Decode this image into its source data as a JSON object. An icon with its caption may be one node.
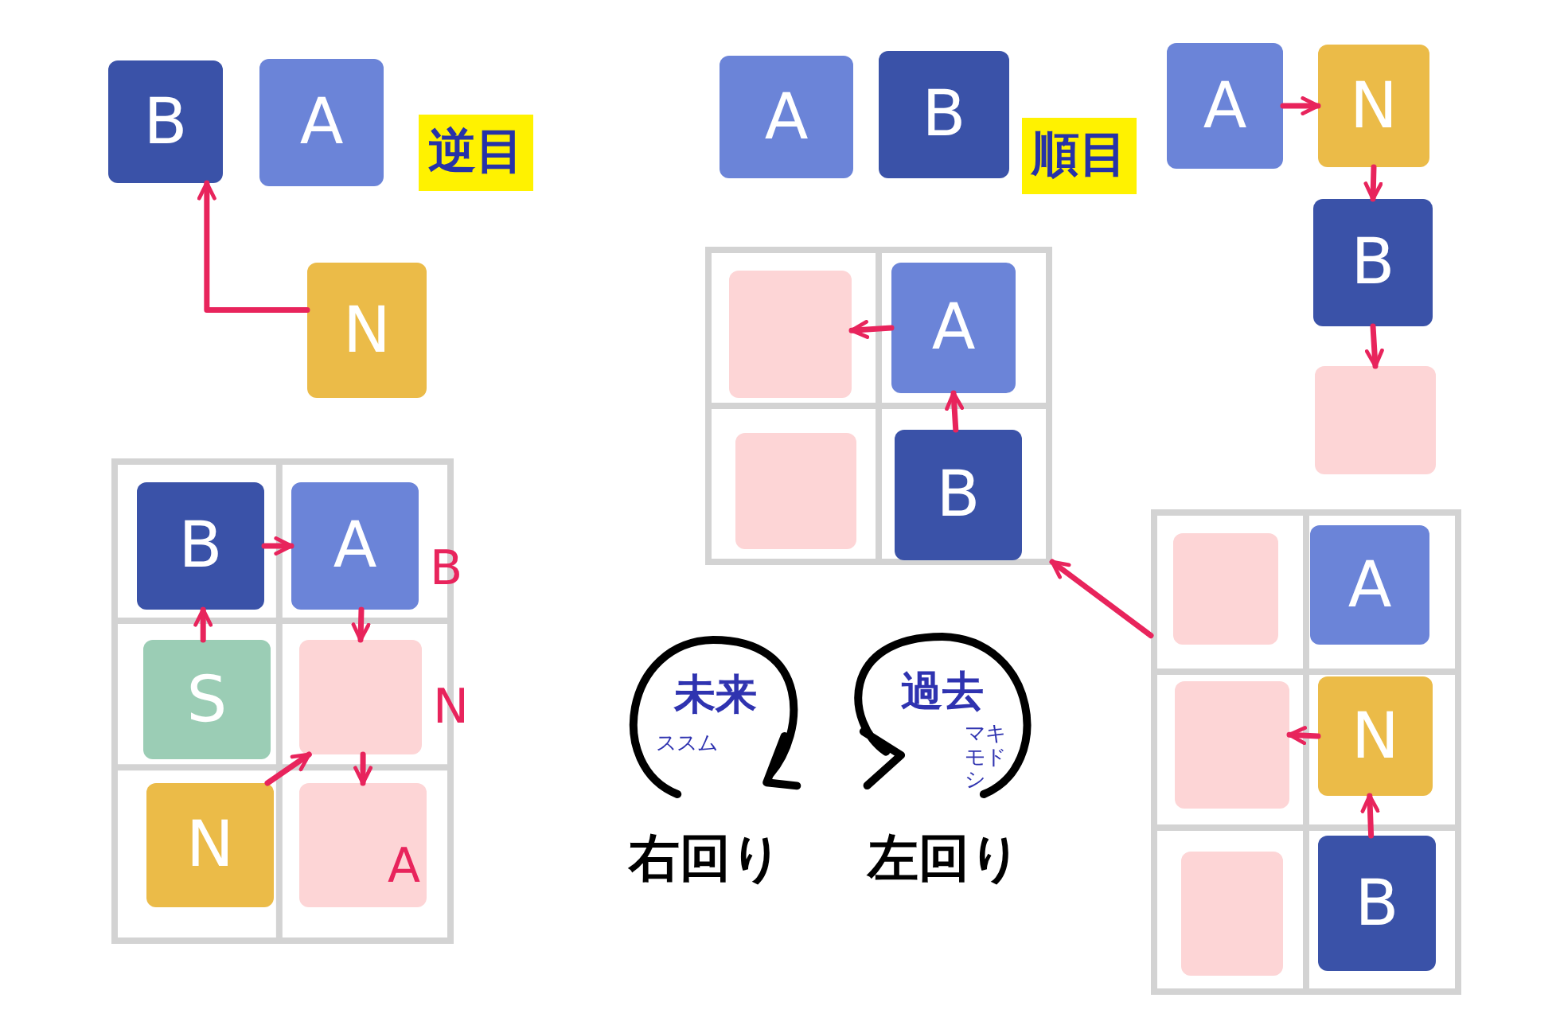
{
  "diagram": {
    "nodes": [
      {
        "text": [
          "B"
        ]
      },
      {
        "text": [
          "A"
        ]
      },
      {
        "text": [
          "N"
        ]
      },
      {
        "text": [
          "A"
        ]
      },
      {
        "text": [
          "B"
        ]
      },
      {
        "text": [
          "A"
        ]
      },
      {
        "text": [
          "N"
        ]
      },
      {
        "text": [
          "B"
        ]
      },
      {
        "text": [],
        "shape": "box"
      },
      {
        "text": [],
        "shape": "grid"
      },
      {
        "text": [],
        "shape": "box",
        "in": 9
      },
      {
        "text": [
          "A"
        ],
        "in": 9
      },
      {
        "text": [],
        "shape": "box",
        "in": 9
      },
      {
        "text": [
          "B"
        ],
        "in": 9
      },
      {
        "text": [],
        "shape": "grid"
      },
      {
        "text": [],
        "shape": "box",
        "in": 14
      },
      {
        "text": [
          "A"
        ],
        "in": 14
      },
      {
        "text": [],
        "shape": "box",
        "in": 14
      },
      {
        "text": [
          "N"
        ],
        "in": 14
      },
      {
        "text": [],
        "shape": "box",
        "in": 14
      },
      {
        "text": [
          "B"
        ],
        "in": 14
      },
      {
        "text": [],
        "shape": "grid"
      },
      {
        "text": [
          "B"
        ],
        "in": 21
      },
      {
        "text": [
          "A"
        ],
        "in": 21,
        "beside": [
          "B"
        ]
      },
      {
        "text": [
          "S"
        ],
        "in": 21
      },
      {
        "text": [],
        "shape": "box",
        "in": 21,
        "beside": [
          "N"
        ]
      },
      {
        "text": [
          "N"
        ],
        "in": 21
      },
      {
        "text": [
          "A"
        ],
        "in": 21
      },
      {
        "text": [
          "未来",
          "ススム"
        ]
      },
      {
        "text": [
          "過去",
          "マキモドシ"
        ]
      }
    ],
    "edges": [
      {
        "from": 2,
        "to": 0,
        "arrow": "to"
      },
      {
        "from": 5,
        "to": 6,
        "arrow": "to"
      },
      {
        "from": 6,
        "to": 7,
        "arrow": "to"
      },
      {
        "from": 7,
        "to": 8,
        "arrow": "to"
      },
      {
        "from": 11,
        "to": 10,
        "arrow": "to"
      },
      {
        "from": 13,
        "to": 11,
        "arrow": "to"
      },
      {
        "from": 18,
        "to": 17,
        "arrow": "to"
      },
      {
        "from": 20,
        "to": 18,
        "arrow": "to"
      },
      {
        "from": 14,
        "to": 9,
        "arrow": "to"
      },
      {
        "from": 22,
        "to": 23,
        "arrow": "to"
      },
      {
        "from": 24,
        "to": 22,
        "arrow": "to"
      },
      {
        "from": 23,
        "to": 25,
        "arrow": "to"
      },
      {
        "from": 25,
        "to": 27,
        "arrow": "to"
      },
      {
        "from": 26,
        "to": 25,
        "arrow": "to"
      }
    ],
    "labels": [
      "逆目",
      "順目",
      "右回り",
      "左回り"
    ]
  }
}
